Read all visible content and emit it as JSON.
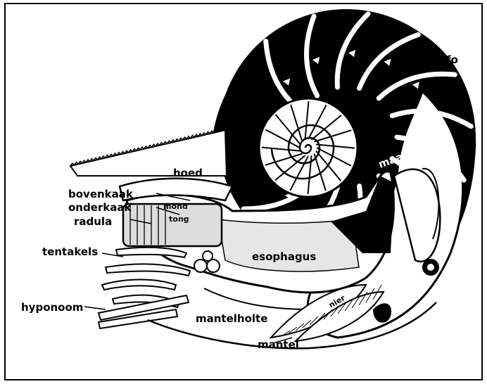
{
  "labels": {
    "sifo": "sifo",
    "hoed": "hoed",
    "maag": "maag",
    "bovenkaak": "bovenkaak",
    "onderkaak": "onderkaak",
    "radula": "radula",
    "mond": "mond",
    "tong": "tong",
    "tentakels": "tentakels",
    "esophagus": "esophagus",
    "hyponoom": "hyponoom",
    "mantelholte": "mantelholte",
    "nier": "nier",
    "mantel": "mantel"
  },
  "colors": {
    "ink": "#000000",
    "paper": "#ffffff"
  },
  "chamber_count": 12
}
